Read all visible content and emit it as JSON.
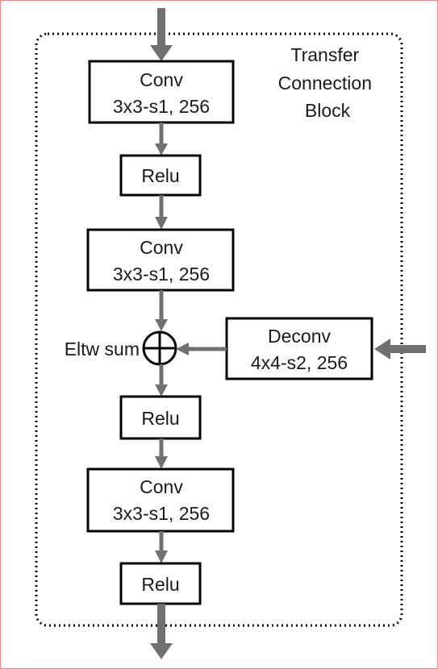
{
  "block_title": [
    "Transfer",
    "Connection",
    "Block"
  ],
  "conv1": {
    "line1": "Conv",
    "line2": "3x3-s1, 256"
  },
  "relu1": {
    "label": "Relu"
  },
  "conv2": {
    "line1": "Conv",
    "line2": "3x3-s1, 256"
  },
  "eltw": {
    "label": "Eltw sum"
  },
  "deconv": {
    "line1": "Deconv",
    "line2": "4x4-s2, 256"
  },
  "relu2": {
    "label": "Relu"
  },
  "conv3": {
    "line1": "Conv",
    "line2": "3x3-s1, 256"
  },
  "relu3": {
    "label": "Relu"
  },
  "colors": {
    "arrow": "#707070",
    "box_border": "#000000",
    "frame_border": "#e8888c"
  }
}
